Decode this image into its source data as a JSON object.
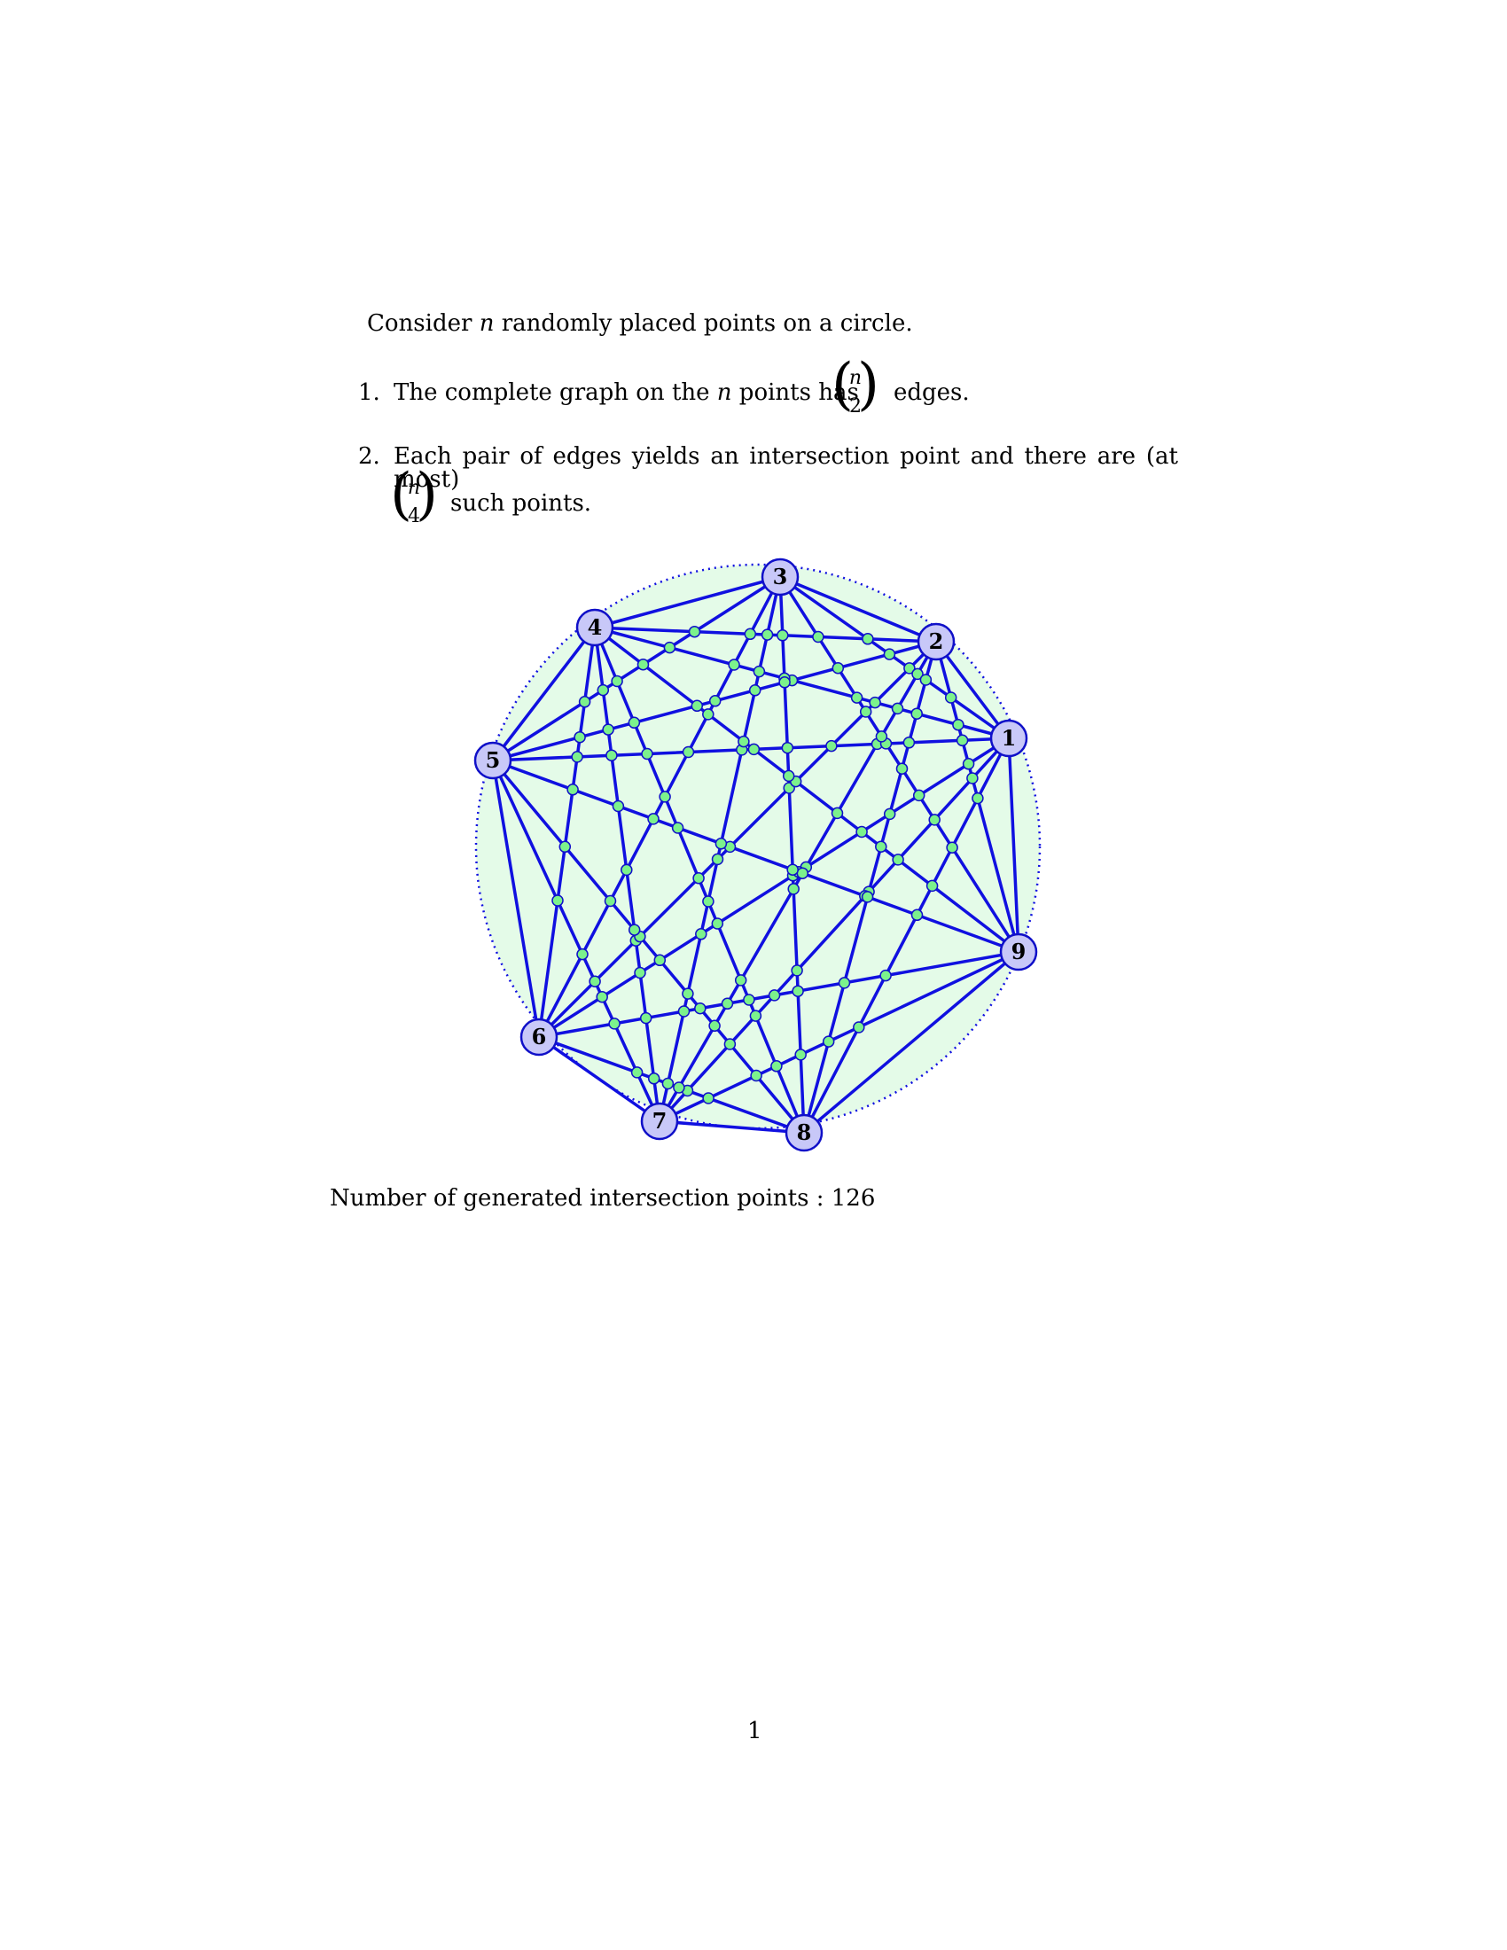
{
  "intro": {
    "pre": "Consider ",
    "var": "n",
    "post": " randomly placed points on a circle."
  },
  "item1": {
    "number": "1.",
    "pre": "The complete graph on the ",
    "var": "n",
    "mid": " points has",
    "binom_top": "n",
    "binom_bottom": "2",
    "post": "edges."
  },
  "item2": {
    "number": "2.",
    "line1": "Each pair of edges yields an intersection point and there are (at most)",
    "binom_top": "n",
    "binom_bottom": "4",
    "post": "such points."
  },
  "figure": {
    "node_labels": [
      "1",
      "2",
      "3",
      "4",
      "5",
      "6",
      "7",
      "8",
      "9"
    ],
    "colors": {
      "edge": "#1010e0",
      "node_fill": "#c8c8f8",
      "node_stroke": "#1010c8",
      "disk_fill": "#e4fbe8",
      "intersection_fill": "#7cf28c",
      "intersection_stroke": "#1010c8"
    },
    "intersection_count": 126
  },
  "result": {
    "label": "Number of generated intersection points :",
    "value": "126"
  },
  "page_number": "1"
}
